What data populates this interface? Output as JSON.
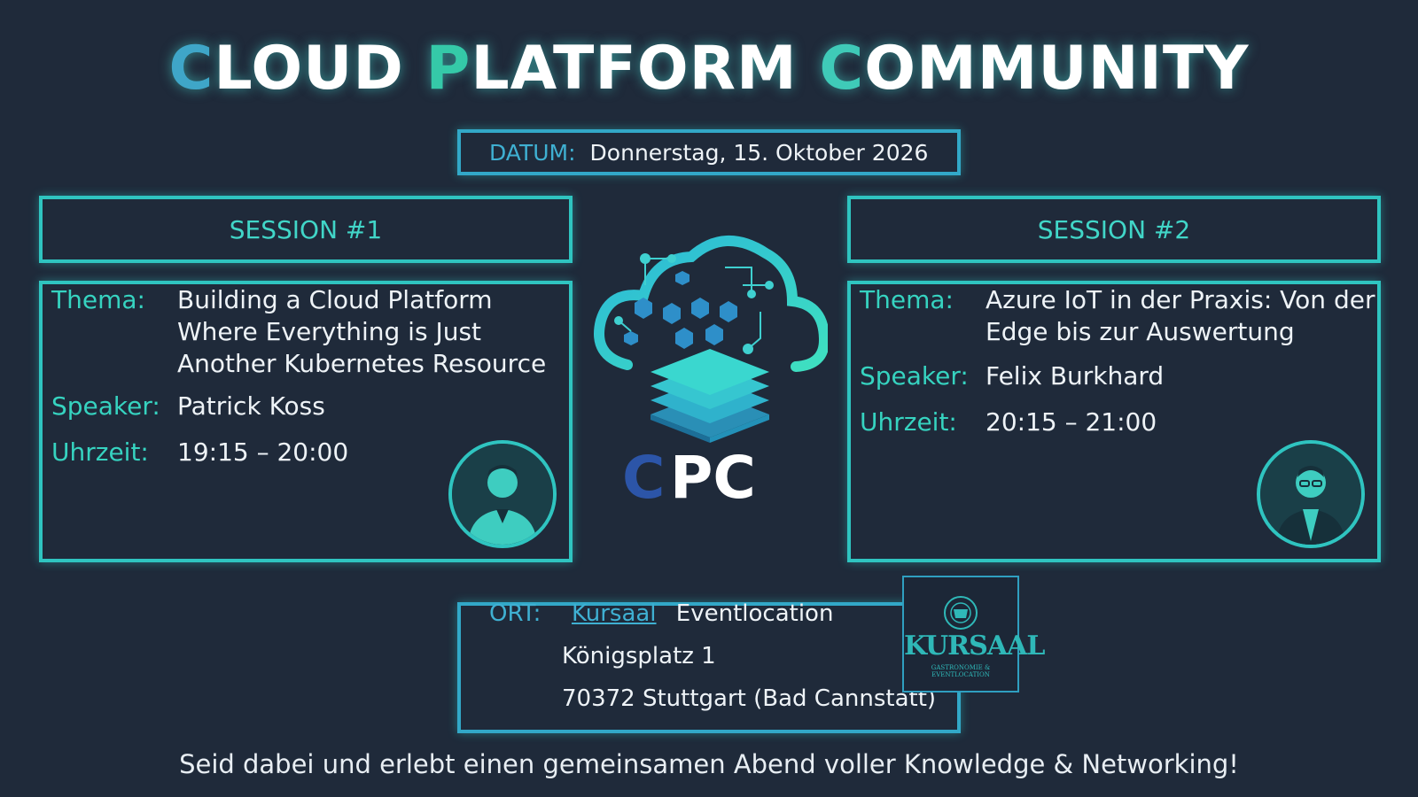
{
  "title": {
    "c1": "C",
    "r1": "LOUD ",
    "c2": "P",
    "r2": "LATFORM ",
    "c3": "C",
    "r3": "OMMUNITY"
  },
  "date": {
    "label": "DATUM:",
    "value": "Donnerstag, 15. Oktober 2026"
  },
  "labels": {
    "topic": "Thema:",
    "speaker": "Speaker:",
    "time": "Uhrzeit:"
  },
  "sessions": [
    {
      "heading": "SESSION #1",
      "topic_lines": [
        "Building a Cloud Platform",
        "Where Everything is Just",
        "Another Kubernetes Resource"
      ],
      "speaker": "Patrick Koss",
      "time": "19:15 – 20:00"
    },
    {
      "heading": "SESSION #2",
      "topic_lines": [
        "Azure IoT in der Praxis: Von der",
        "Edge bis zur Auswertung"
      ],
      "speaker": "Felix Burkhard",
      "time": "20:15 – 21:00"
    }
  ],
  "logo": {
    "text_left": "C",
    "text_right": "PC"
  },
  "location": {
    "label": "ORT:",
    "venue_link": "Kursaal",
    "venue_rest": "Eventlocation",
    "street": "Königsplatz 1",
    "city": "70372 Stuttgart (Bad Cannstatt)"
  },
  "venue_logo": {
    "brand": "KURSAAL",
    "subtitle": "GASTRONOMIE & EVENTLOCATION"
  },
  "footer": "Seid dabei und erlebt einen gemeinsamen Abend voller Knowledge & Networking!",
  "colors": {
    "accent_teal": "#2fc4c0",
    "accent_blue": "#3fb0d2",
    "background": "#1f2a3a"
  }
}
